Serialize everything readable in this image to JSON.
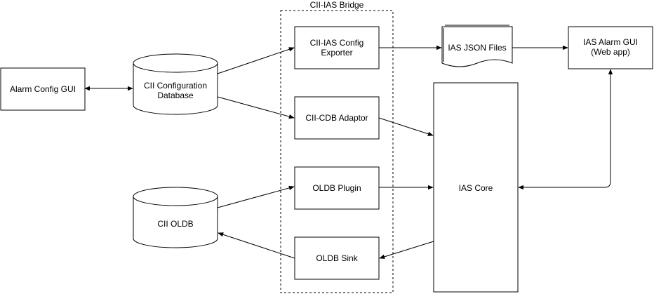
{
  "group": {
    "title": "CII-IAS Bridge"
  },
  "nodes": {
    "alarm_config_gui": {
      "label": "Alarm Config GUI"
    },
    "cii_config_db": {
      "line1": "CII Configuration",
      "line2": "Database"
    },
    "config_exporter": {
      "line1": "CII-IAS Config",
      "line2": "Exporter"
    },
    "cdb_adaptor": {
      "label": "CII-CDB Adaptor"
    },
    "oldb_plugin": {
      "label": "OLDB Plugin"
    },
    "oldb_sink": {
      "label": "OLDB Sink"
    },
    "cii_oldb": {
      "label": "CII OLDB"
    },
    "ias_json_files": {
      "label": "IAS JSON Files"
    },
    "ias_core": {
      "label": "IAS Core"
    },
    "ias_alarm_gui": {
      "line1": "IAS Alarm GUI",
      "line2": "(Web app)"
    }
  }
}
